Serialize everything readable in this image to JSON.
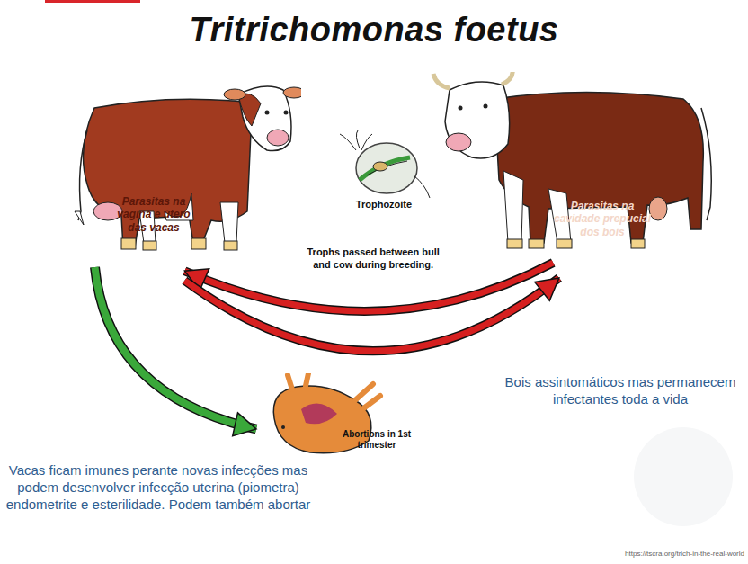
{
  "diagram": {
    "title": "Tritrichomonas foetus",
    "nodes": [
      {
        "text": [
          "Parasitas na vagina e útero das vacas"
        ]
      },
      {
        "text": [
          "Trophozoite"
        ]
      },
      {
        "text": [
          "Parasitas na cavidade prepucial dos bois"
        ]
      },
      {
        "text": [
          "Abortions in 1st trimester"
        ]
      }
    ],
    "edges": [
      {
        "from": 2,
        "to": 0,
        "arrow": "to",
        "label": "Trophs passed between bull and cow during breeding."
      },
      {
        "from": 0,
        "to": 2,
        "arrow": "to"
      },
      {
        "from": 0,
        "to": 3,
        "arrow": "to"
      }
    ],
    "labels": [
      "Bois assintomáticos mas permanecem infectantes toda a vida",
      "Vacas ficam imunes perante novas infecções mas podem desenvolver infecção uterina (piometra) endometrite e esterilidade. Podem também abortar",
      "https://tscra.org/trich-in-the-real-world"
    ]
  }
}
